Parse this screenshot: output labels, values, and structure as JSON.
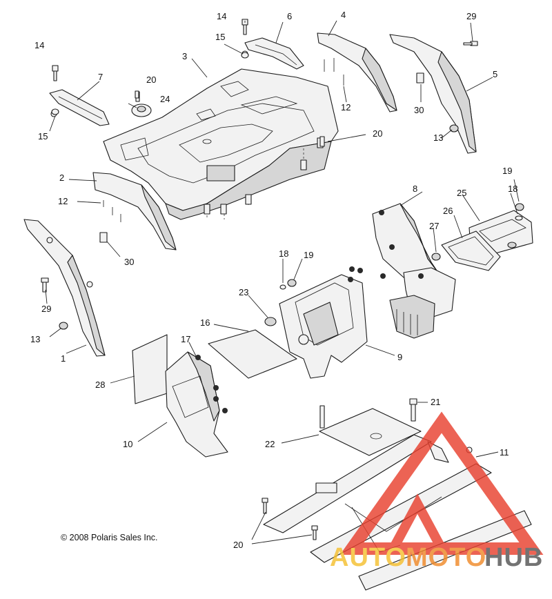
{
  "copyright": "© 2008 Polaris Sales Inc.",
  "watermark": {
    "part1": "AUTO",
    "part2": "MOTO",
    "part3": "HUB",
    "colors": {
      "triangle": "#e8412f",
      "auto": "#f5c030",
      "moto": "#f08a2a",
      "hub": "#555555"
    }
  },
  "callouts": {
    "c14a": "14",
    "c6": "6",
    "c4": "4",
    "c29a": "29",
    "c14b": "14",
    "c15a": "15",
    "c3": "3",
    "c5": "5",
    "c7": "7",
    "c20a": "20",
    "c24": "24",
    "c15b": "15",
    "c12a": "12",
    "c30a": "30",
    "c13a": "13",
    "c20b": "20",
    "c2": "2",
    "c12b": "12",
    "c30b": "30",
    "c19a": "19",
    "c18a": "18",
    "c8": "8",
    "c25": "25",
    "c26": "26",
    "c27": "27",
    "c18b": "18",
    "c19b": "19",
    "c23": "23",
    "c16": "16",
    "c29b": "29",
    "c13b": "13",
    "c1": "1",
    "c17": "17",
    "c9": "9",
    "c28": "28",
    "c10": "10",
    "c21": "21",
    "c22": "22",
    "c11": "11",
    "c20c": "20"
  }
}
